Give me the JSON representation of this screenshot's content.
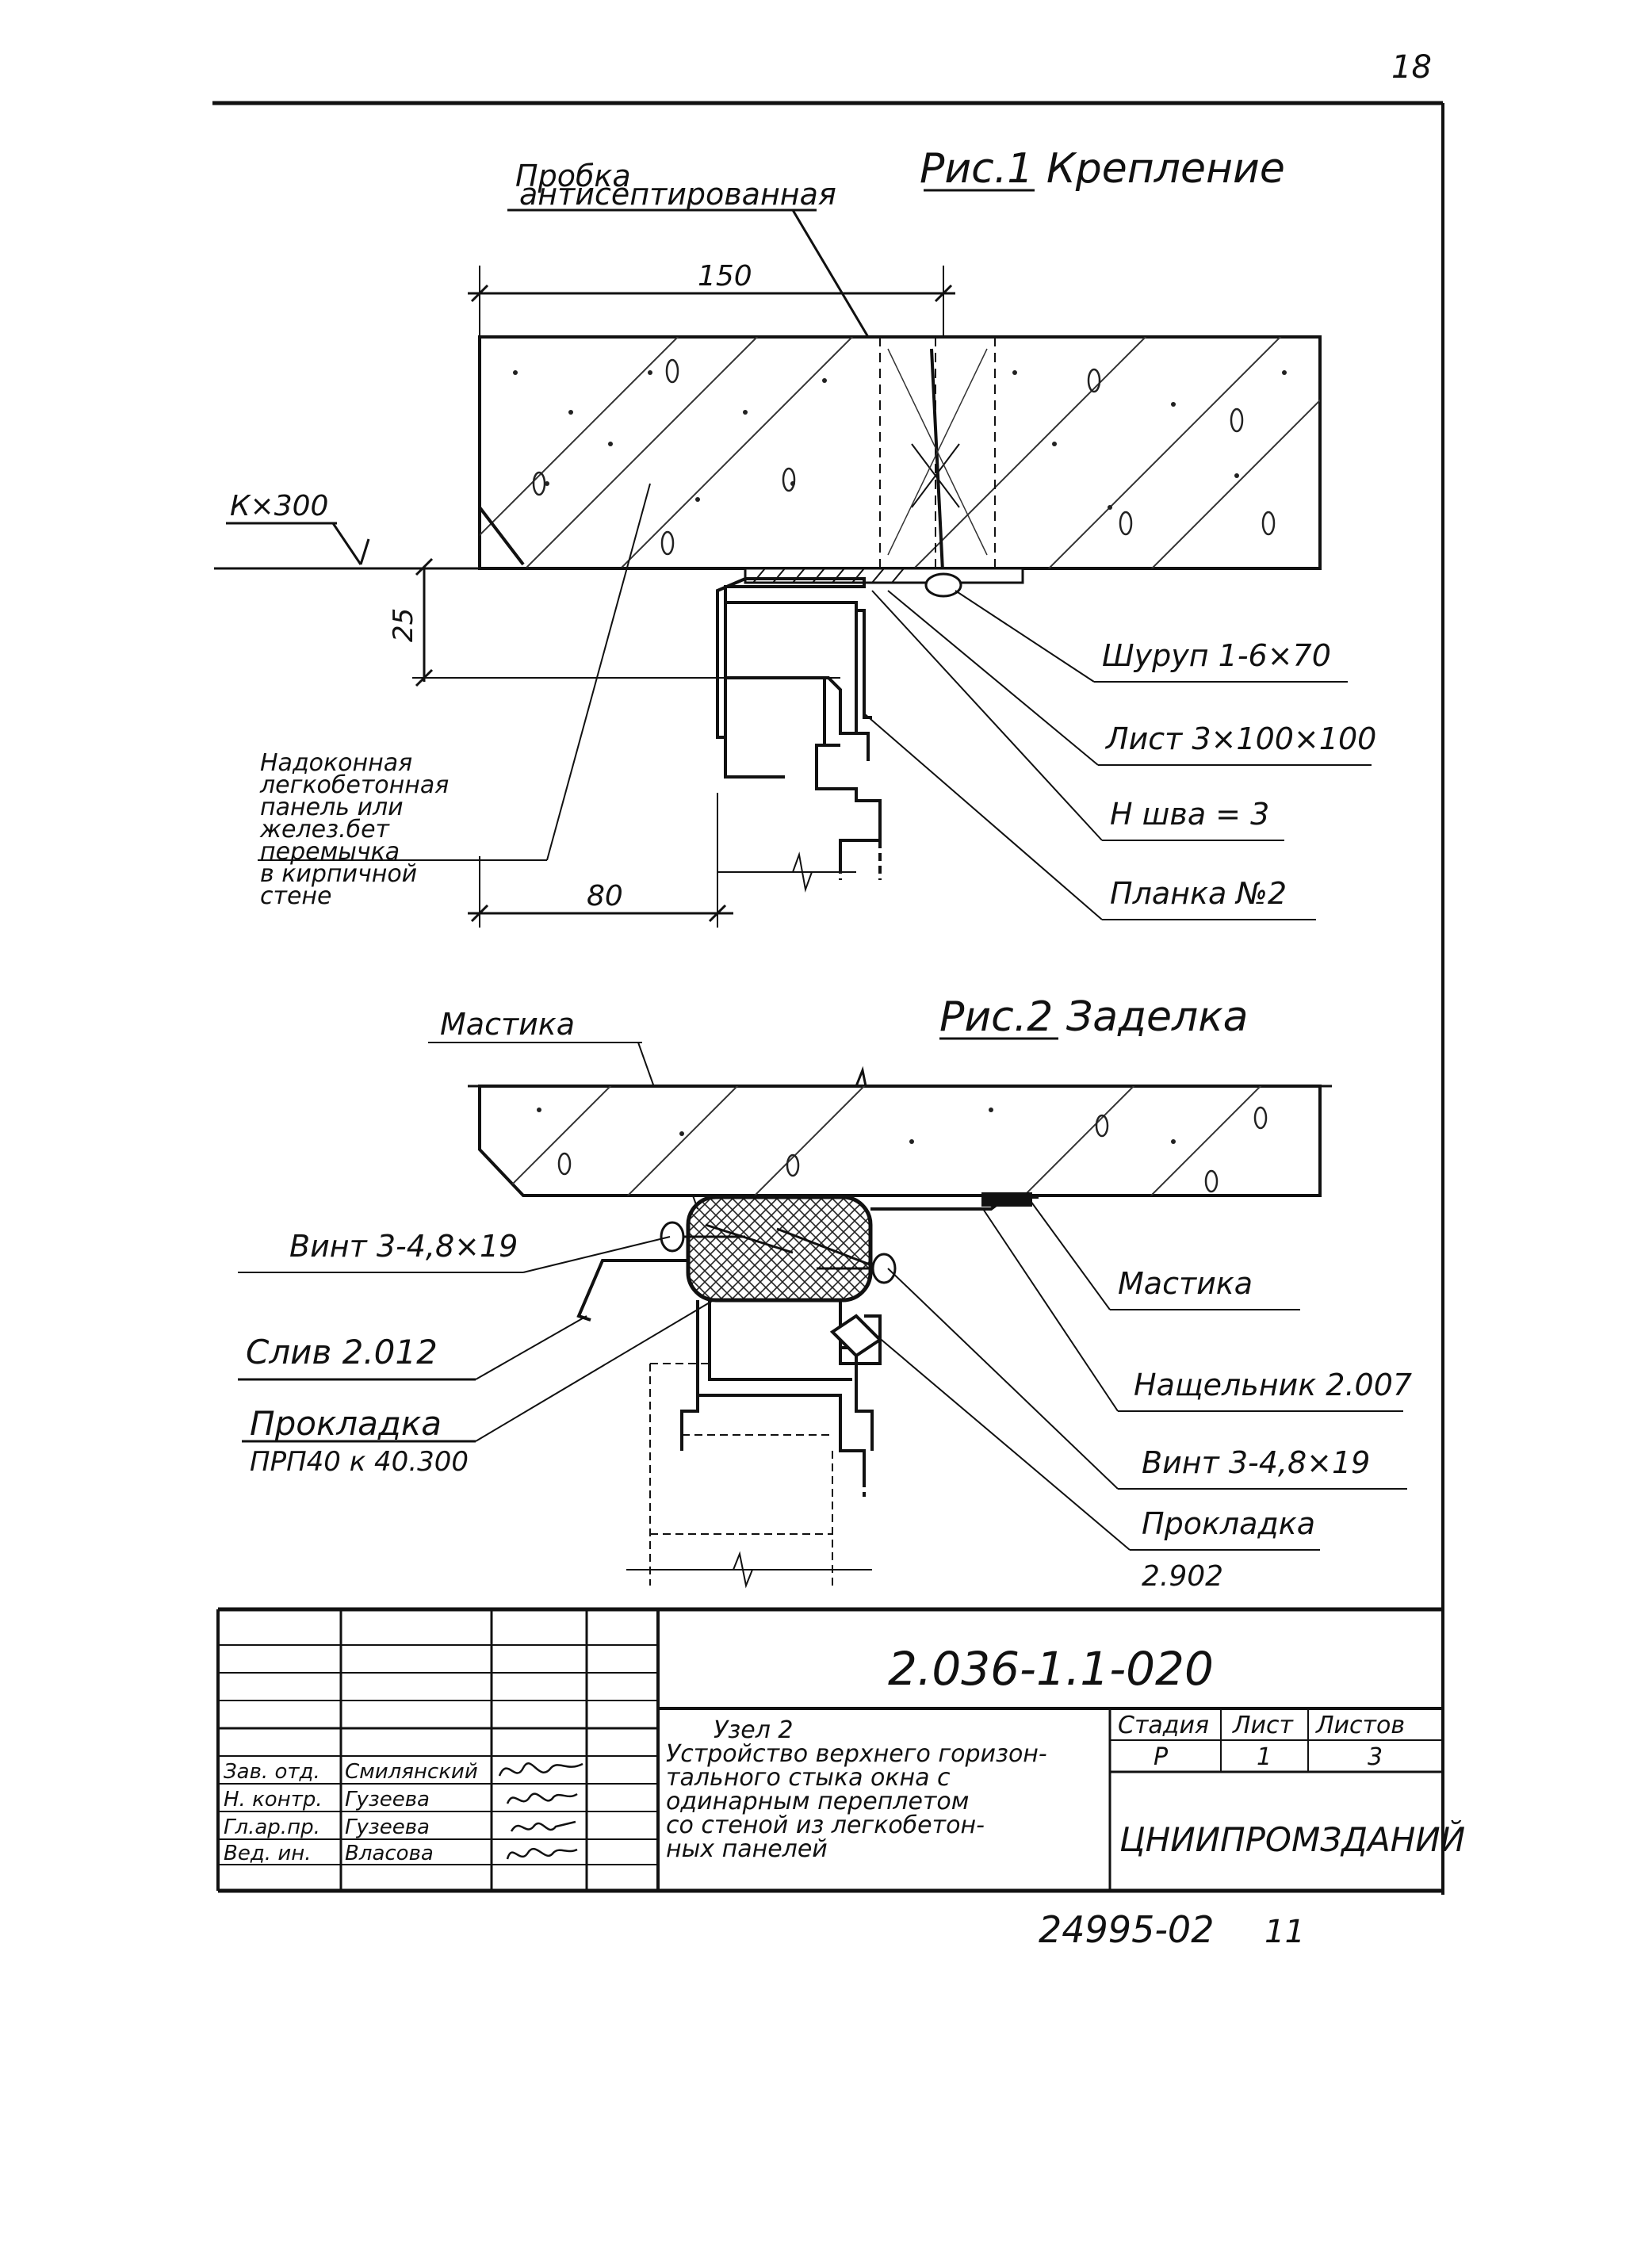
{
  "sheet": {
    "page_number": "18"
  },
  "fig1": {
    "title": "Рис.1  Крепление",
    "dim_top": "150",
    "dim_bottom": "80",
    "dim_vertical": "25",
    "level_mark": "К×300",
    "callouts": {
      "plug": [
        "Пробка",
        "антисептированная"
      ],
      "screw": "Шуруп 1-6×70",
      "sheet": "Лист 3×100×100",
      "weld": "Н шва = 3",
      "strip": "Планка №2",
      "panel": [
        "Надоконная",
        "легкобетонная",
        "панель или",
        "желез.бет",
        "перемычка",
        "в кирпичной",
        "стене"
      ]
    }
  },
  "fig2": {
    "title": "Рис.2  Заделка",
    "callouts": {
      "mastic_top": "Мастика",
      "screw_left": "Винт 3-4,8×19",
      "drain": "Слив 2.012",
      "gasket_left": [
        "Прокладка",
        "ПРП40 к 40.300"
      ],
      "mastic_right": "Мастика",
      "batten": "Нащельник 2.007",
      "screw_right": "Винт 3-4,8×19",
      "gasket_right": [
        "Прокладка",
        "2.902"
      ]
    }
  },
  "title_block": {
    "doc_code": "2.036-1.1-020",
    "description": [
      "Узел 2",
      "Устройство верхнего горизон-",
      "тального стыка окна с",
      "одинарным переплетом",
      "со стеной из легкобетон-",
      "ных панелей"
    ],
    "stage_header": "Стадия",
    "sheet_header": "Лист",
    "sheets_header": "Листов",
    "stage": "Р",
    "sheet": "1",
    "sheets": "3",
    "organization": "ЦНИИПРОМЗДАНИЙ",
    "roles": [
      {
        "role": "Зав. отд.",
        "name": "Смилянский"
      },
      {
        "role": "Н. контр.",
        "name": "Гузеева"
      },
      {
        "role": "Гл.ар.пр.",
        "name": "Гузеева"
      },
      {
        "role": "Вед. ин.",
        "name": "Власова"
      }
    ],
    "inventory_number": "24995-02",
    "inventory_sheet": "11"
  }
}
